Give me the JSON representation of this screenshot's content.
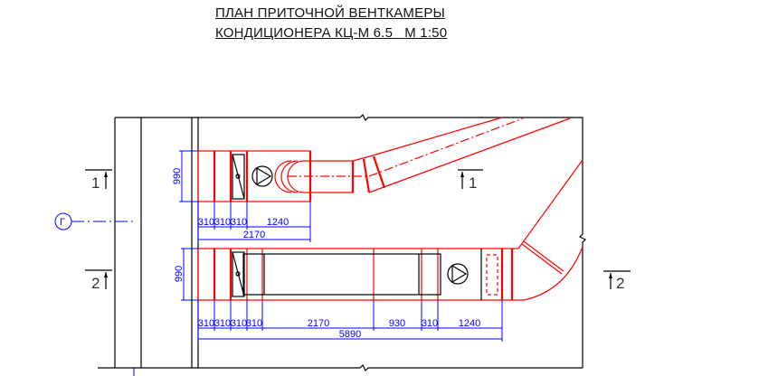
{
  "title": {
    "line1": "ПЛАН ПРИТОЧНОЙ ВЕНТКАМЕРЫ",
    "line2": "КОНДИЦИОНЕРА КЦ-М 6.5   М 1:50"
  },
  "sections": {
    "s1_left": "1",
    "s1_right": "1",
    "s2_left": "2",
    "s2_right": "2"
  },
  "axis_marker": "Г",
  "unit1": {
    "height": "990",
    "dims": [
      "310",
      "310",
      "310",
      "1240"
    ],
    "total": "2170"
  },
  "unit2": {
    "height": "990",
    "dims": [
      "310",
      "310",
      "310",
      "310",
      "2170",
      "930",
      "310",
      "1240"
    ],
    "total": "5890"
  },
  "colors": {
    "equipment": "#ff0000",
    "dimensions": "#0000ff",
    "walls": "#000000"
  }
}
